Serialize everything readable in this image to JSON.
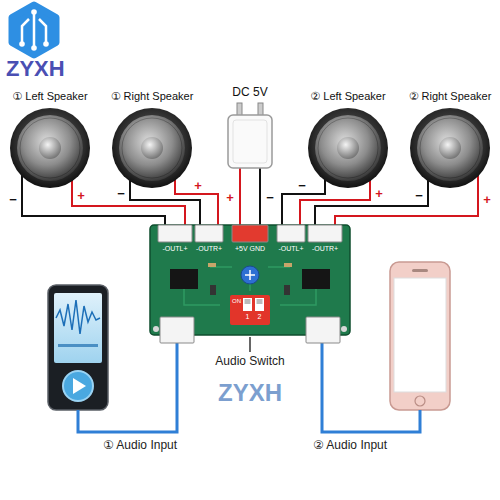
{
  "diagram": {
    "nodes": [
      {
        "text": [
          "① Left Speaker"
        ]
      },
      {
        "text": [
          "① Right Speaker"
        ]
      },
      {
        "text": [
          "DC 5V"
        ]
      },
      {
        "text": [
          "② Left Speaker"
        ]
      },
      {
        "text": [
          "② Right Speaker"
        ]
      },
      {
        "text": [
          "-OUTL+",
          "-OUTR+",
          "+5V GND",
          "-OUTL+",
          "-OUTR+"
        ]
      },
      {
        "text": [
          "ON",
          "1",
          "2"
        ],
        "in": 5
      }
    ],
    "edges": [
      {
        "from": 0,
        "to": 5,
        "arrow": "none",
        "label": "−"
      },
      {
        "from": 0,
        "to": 5,
        "arrow": "none",
        "label": "+"
      },
      {
        "from": 1,
        "to": 5,
        "arrow": "none",
        "label": "−"
      },
      {
        "from": 1,
        "to": 5,
        "arrow": "none",
        "label": "+"
      },
      {
        "from": 2,
        "to": 5,
        "arrow": "none",
        "label": "+"
      },
      {
        "from": 2,
        "to": 5,
        "arrow": "none",
        "label": "−"
      },
      {
        "from": 3,
        "to": 5,
        "arrow": "none",
        "label": "−"
      },
      {
        "from": 3,
        "to": 5,
        "arrow": "none",
        "label": "+"
      },
      {
        "from": 4,
        "to": 5,
        "arrow": "none",
        "label": "−"
      },
      {
        "from": 4,
        "to": 5,
        "arrow": "none",
        "label": "+"
      }
    ],
    "labels": [
      "Audio Switch",
      "① Audio Input",
      "② Audio Input",
      "ZYXH",
      "ZYXH"
    ]
  }
}
